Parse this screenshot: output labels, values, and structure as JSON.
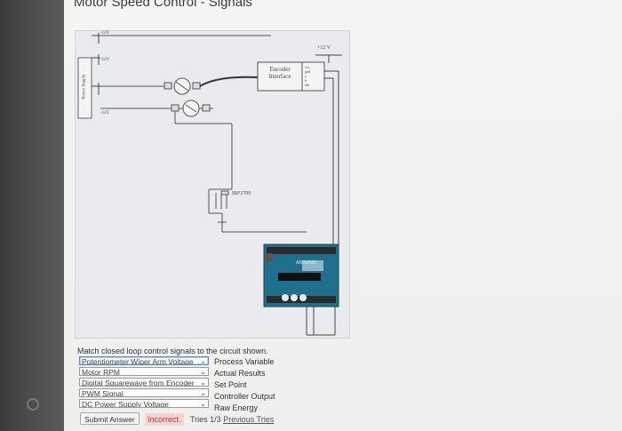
{
  "page": {
    "title": "Motor Speed Control - Signals"
  },
  "circuit": {
    "power_supply_label": "Power Supply",
    "ps_voltages": [
      "-12V",
      "-12V",
      "-12V"
    ],
    "encoder_label_line1": "Encoder",
    "encoder_label_line2": "Interface",
    "encoder_pins": [
      "vcc",
      "gnd",
      "a",
      "b",
      "idx"
    ],
    "mosfet_label": "IRF3709",
    "v12_label": "+12 V",
    "arduino_text": "ARDUINO"
  },
  "question": {
    "prompt": "Match closed loop control signals to the circuit shown.",
    "rows": [
      {
        "select_value": "Potentiometer Wiper Arm Voltage",
        "label": "Process Variable"
      },
      {
        "select_value": "Motor RPM",
        "label": "Actual Results"
      },
      {
        "select_value": "Digital Squarewave from Encoder",
        "label": "Set Point"
      },
      {
        "select_value": "PWM Signal",
        "label": "Controller Output"
      },
      {
        "select_value": "DC Power Supply Voltage",
        "label": "Raw Energy"
      }
    ]
  },
  "footer": {
    "submit_label": "Submit Answer",
    "status": "Incorrect.",
    "tries": "Tries 1/3",
    "previous_tries": "Previous Tries"
  },
  "colors": {
    "status_bg": "#f7d3d3",
    "status_text": "#b23a3a",
    "focus": "#5a88c8"
  },
  "icons": {
    "select_arrow": "chevron-down-icon"
  }
}
